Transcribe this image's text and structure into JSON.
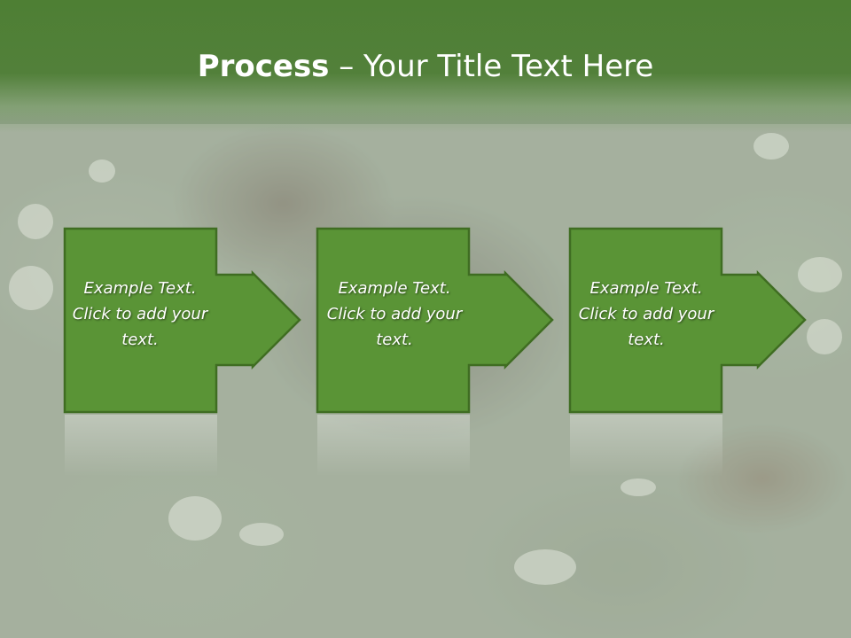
{
  "title": {
    "bold": "Process",
    "rest": " – Your Title Text Here"
  },
  "steps": [
    {
      "text": "Example Text. Click  to add your text."
    },
    {
      "text": "Example Text. Click  to add your text."
    },
    {
      "text": "Example Text. Click  to add your text."
    }
  ],
  "colors": {
    "header_green": "#4e7f34",
    "box_fill": "#5a9436",
    "box_border": "#3f6d22"
  }
}
